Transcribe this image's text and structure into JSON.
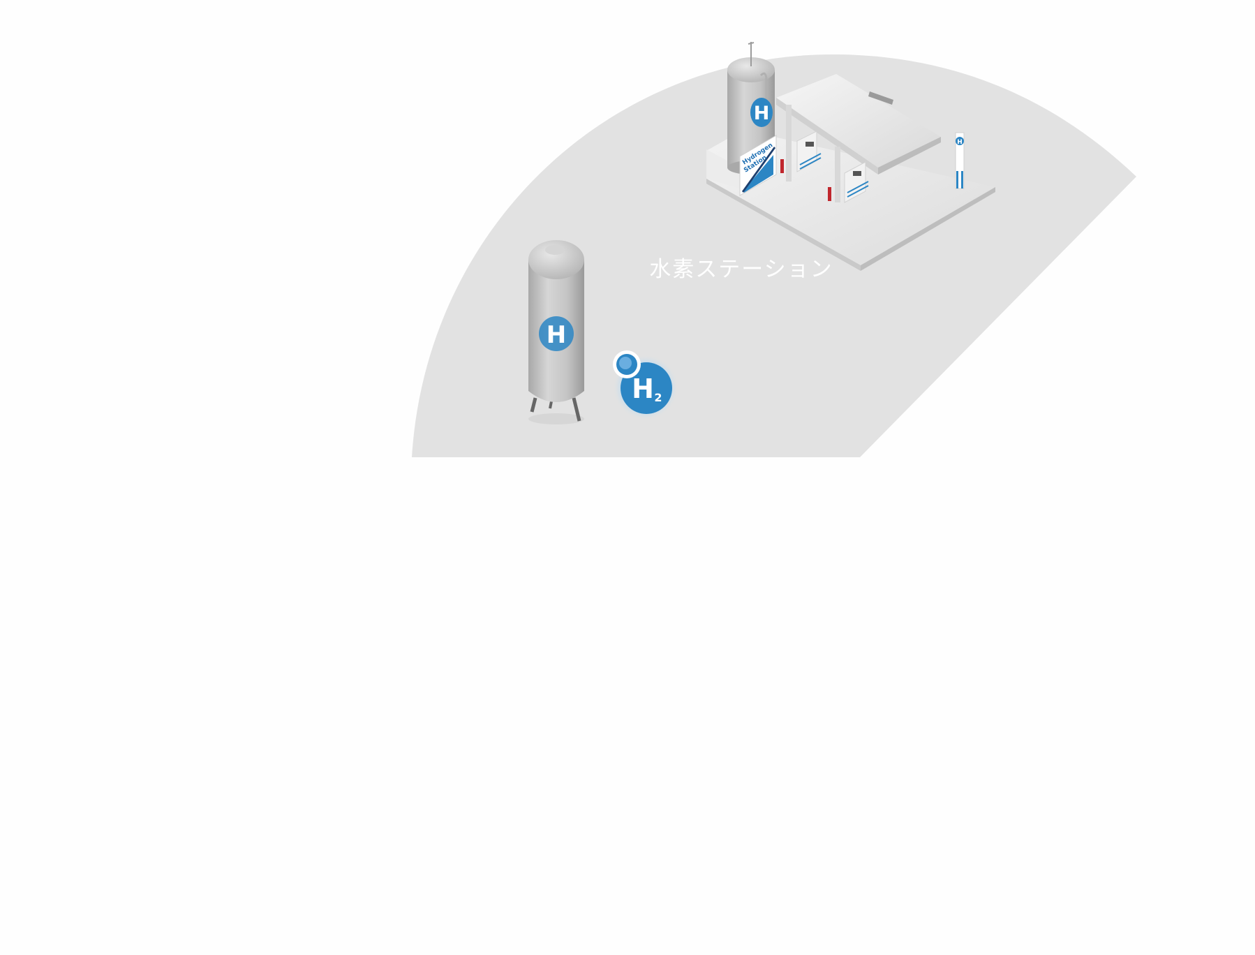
{
  "scene": {
    "station_label": "水素ステーション",
    "tank_badge": "H",
    "tower_badge": "H",
    "pole_badge": "H",
    "molecule": {
      "symbol": "H",
      "subscript": "2"
    },
    "sign_text": [
      "Hydrogen",
      "Station"
    ],
    "colors": {
      "background": "#fefefe",
      "ground": "#e2e2e2",
      "accent": "#2c86c4",
      "steel": "#c8c8c8",
      "caption": "#ffffff"
    }
  }
}
